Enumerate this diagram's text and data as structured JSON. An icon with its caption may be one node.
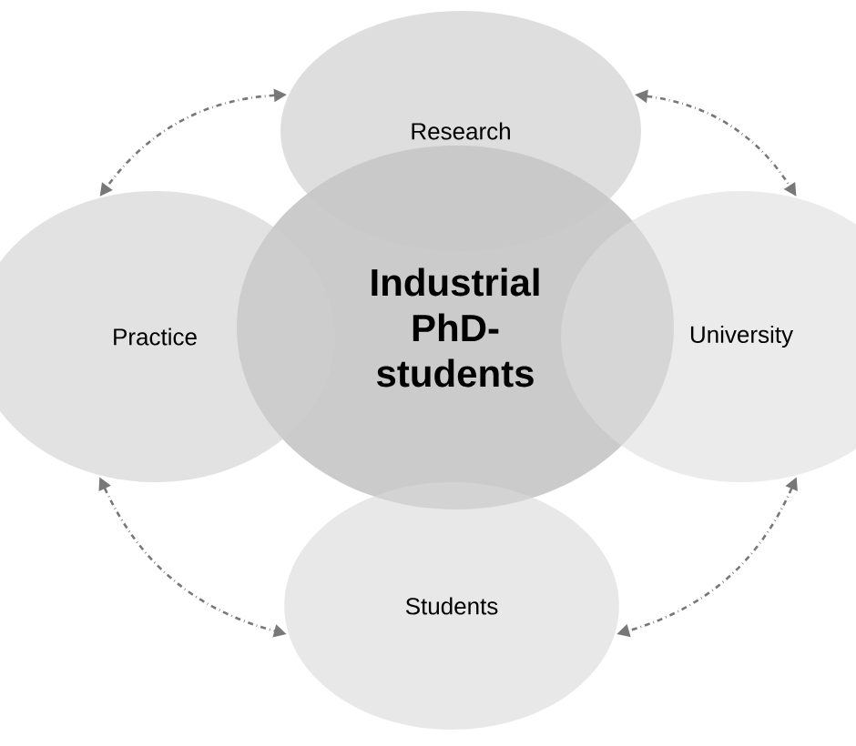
{
  "diagram": {
    "nodes": [
      {
        "text": [
          "Research"
        ]
      },
      {
        "text": [
          "Practice"
        ]
      },
      {
        "text": [
          "Industrial PhD-students"
        ]
      },
      {
        "text": [
          "University"
        ]
      },
      {
        "text": [
          "Students"
        ]
      }
    ],
    "edges": [
      {
        "from": 0,
        "to": 1,
        "arrow": "both",
        "style": "dashed"
      },
      {
        "from": 0,
        "to": 3,
        "arrow": "both",
        "style": "dashed"
      },
      {
        "from": 1,
        "to": 4,
        "arrow": "both",
        "style": "dashed"
      },
      {
        "from": 3,
        "to": 4,
        "arrow": "both",
        "style": "dashed"
      }
    ]
  }
}
